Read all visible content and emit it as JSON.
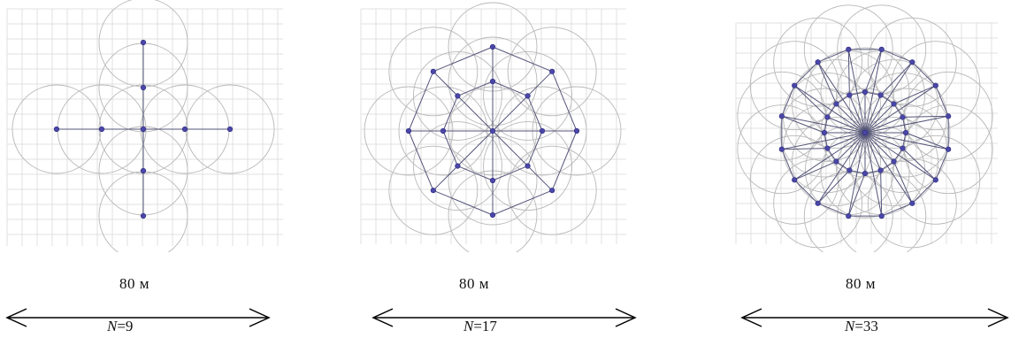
{
  "panels": [
    {
      "id": "n9",
      "scale_label": "80 м",
      "n_var": "N",
      "n_eq": "=9",
      "nodes_on_ring": [
        4,
        4
      ],
      "layout": "cross",
      "colors": {
        "grid": "#d9d9d9",
        "circle": "#b8b8b8",
        "line": "#55557a",
        "node": "#4a47a8"
      }
    },
    {
      "id": "n17",
      "scale_label": "80 м",
      "n_var": "N",
      "n_eq": "=17",
      "nodes_on_ring": [
        8,
        8
      ],
      "layout": "radial",
      "colors": {
        "grid": "#d9d9d9",
        "circle": "#b8b8b8",
        "line": "#55557a",
        "node": "#4a47a8"
      }
    },
    {
      "id": "n33",
      "scale_label": "80 м",
      "n_var": "N",
      "n_eq": "=33",
      "nodes_on_ring": [
        16,
        16
      ],
      "layout": "radial",
      "colors": {
        "grid": "#d9d9d9",
        "circle": "#b8b8b8",
        "line": "#55557a",
        "node": "#4a47a8"
      }
    }
  ]
}
